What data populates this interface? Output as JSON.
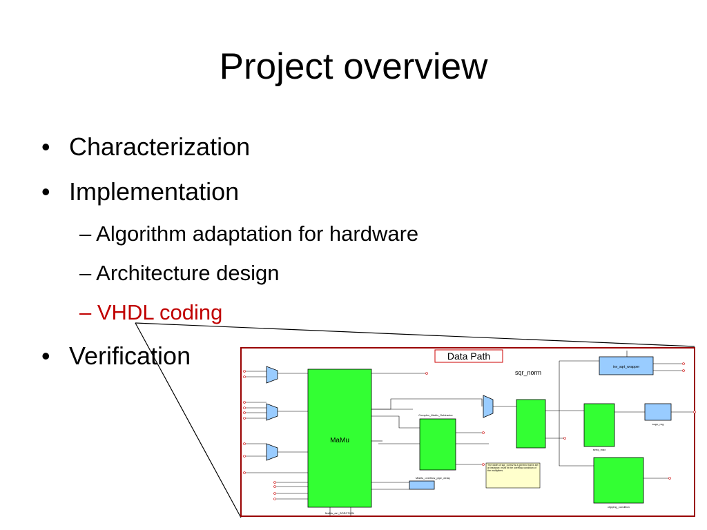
{
  "slide": {
    "title": "Project overview",
    "bullets": [
      {
        "text": "Characterization",
        "level": 1,
        "color": "#000000"
      },
      {
        "text": "Implementation",
        "level": 1,
        "color": "#000000"
      },
      {
        "text": "Algorithm adaptation for hardware",
        "level": 2,
        "color": "#000000",
        "dash": "–"
      },
      {
        "text": "Architecture design",
        "level": 2,
        "color": "#000000",
        "dash": "–"
      },
      {
        "text": "VHDL coding",
        "level": 2,
        "color": "#c00000",
        "dash": "–"
      },
      {
        "text": "Verification",
        "level": 1,
        "color": "#000000"
      }
    ],
    "bullet_glyph": "•"
  },
  "schematic": {
    "title": "Data Path",
    "border_color": "#990000",
    "block_color": "#33ff33",
    "accent_block_color": "#99ccff",
    "blocks": {
      "mamu": "MaMu",
      "cms": "Complex_Matrix_Subtractor",
      "sqr_norm_title": "sqr_norm",
      "inv_sqrt": "inv_sqrt_wrapper",
      "seeq_max": "seeq_max",
      "supp_reg": "supp_reg",
      "clipping": "clipping_condition",
      "pipe_delay": "MaMu_overflow_pipe_delay",
      "mamu_ctrl": "MaMu_ctrl_SORCTION"
    },
    "note": "The width of sqr_norm2 is a generic that is set at instance; must fit the overflow condition of the multipliers"
  }
}
